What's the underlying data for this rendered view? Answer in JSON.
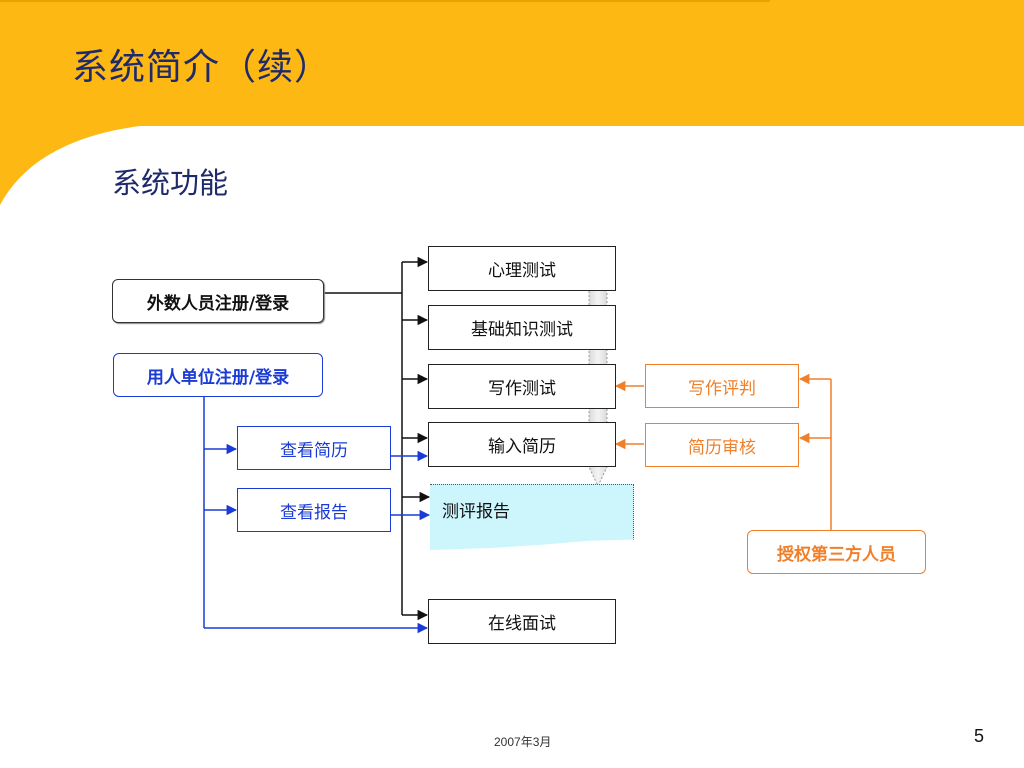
{
  "slide": {
    "title": "系统简介（续）",
    "subtitle": "系统功能",
    "date": "2007年3月",
    "page_number": "5"
  },
  "diagram": {
    "left_nodes": {
      "external_register": "外数人员注册/登录",
      "employer_register": "用人单位注册/登录"
    },
    "employer_actions": {
      "view_resume": "查看简历",
      "view_report": "查看报告"
    },
    "center_nodes": {
      "psych_test": "心理测试",
      "basic_test": "基础知识测试",
      "writing_test": "写作测试",
      "input_resume": "输入简历",
      "eval_report": "测评报告",
      "online_interview": "在线面试"
    },
    "right_nodes": {
      "writing_review": "写作评判",
      "resume_audit": "简历审核",
      "third_party": "授权第三方人员"
    }
  },
  "colors": {
    "header_yellow": "#fdb813",
    "title_navy": "#1f2a6b",
    "blue": "#1a3bd6",
    "orange": "#f07f2a",
    "report_fill": "#ccf5fc"
  }
}
